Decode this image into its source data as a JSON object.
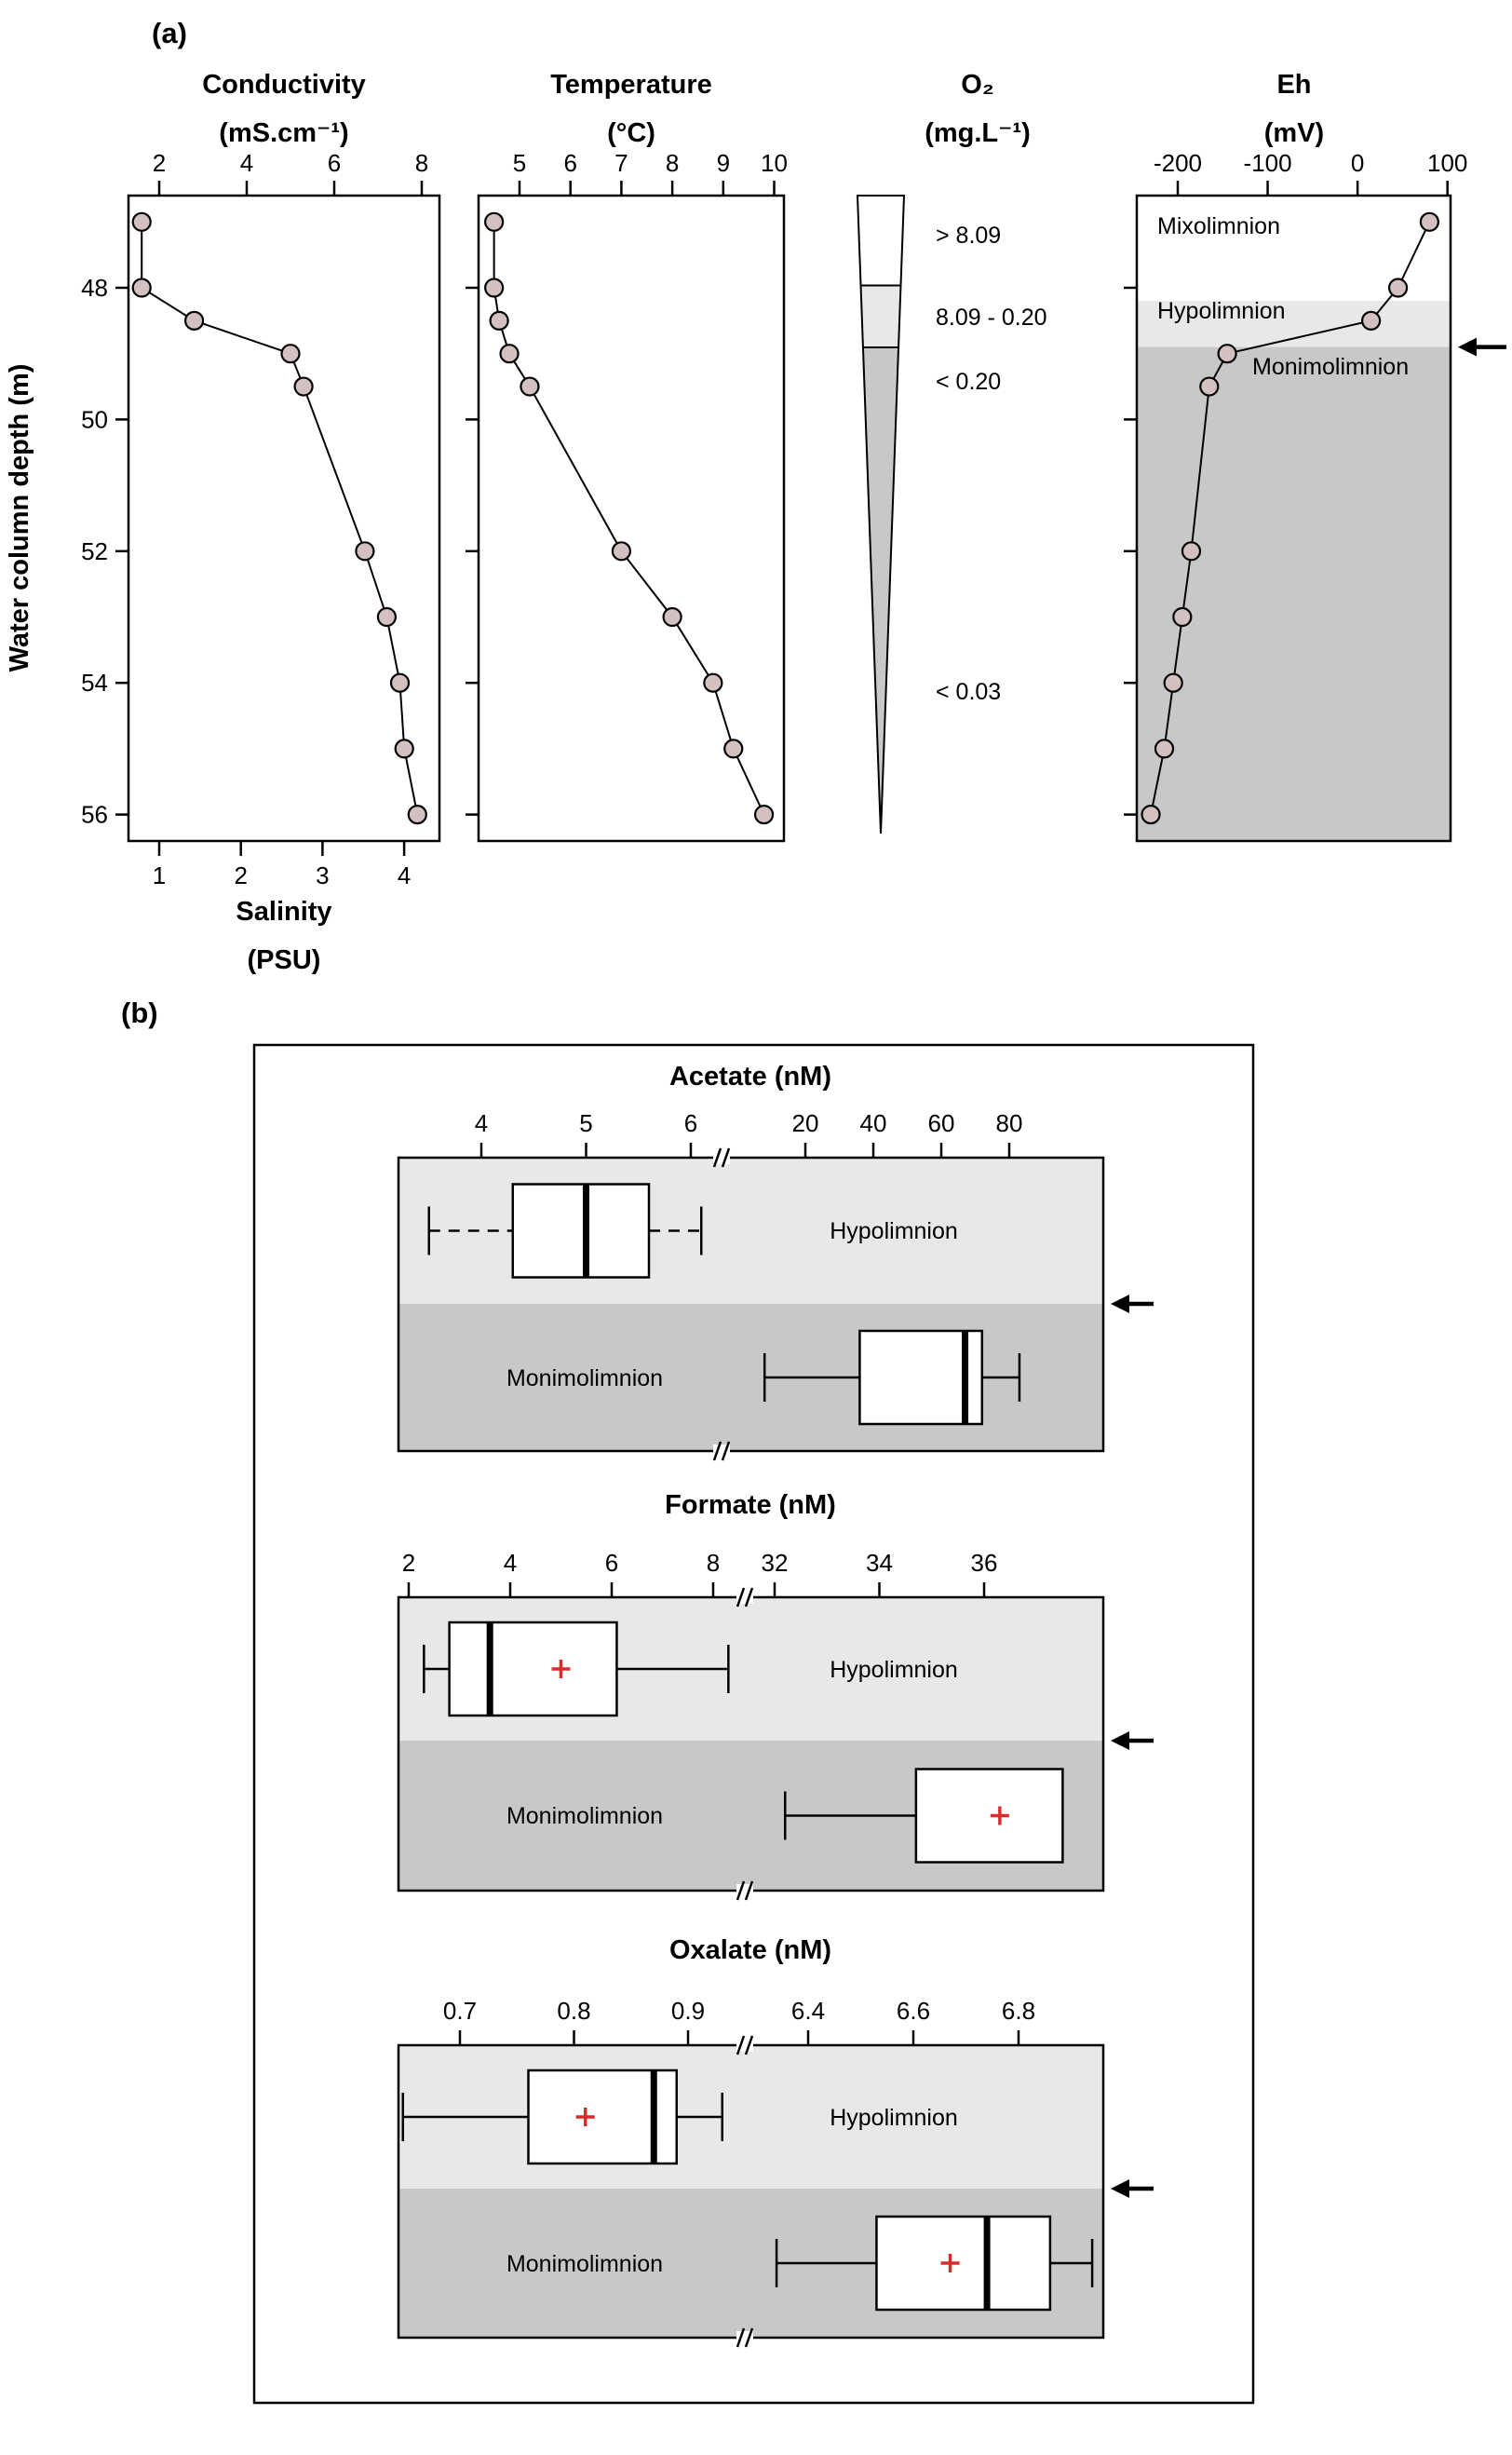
{
  "figure": {
    "panel_a_label": "(a)",
    "panel_b_label": "(b)",
    "y_axis_label": "Water column depth (m)"
  },
  "colors": {
    "marker_fill": "#d3c1c1",
    "hypolimnion_fill": "#e8e8e8",
    "monimolimnion_fill": "#c8c8c8",
    "mean_marker": "#d92b2b",
    "line": "#000000"
  },
  "chart_data": [
    {
      "id": "conductivity-salinity-profile",
      "type": "line",
      "title": "Conductivity",
      "title_unit": "(mS.cm⁻¹)",
      "bottom_label": "Salinity",
      "bottom_unit": "(PSU)",
      "top_axis": {
        "label": "Conductivity (mS.cm⁻¹)",
        "ticks": [
          2,
          4,
          6,
          8
        ],
        "range": [
          1.3,
          8.4
        ]
      },
      "bottom_axis": {
        "label": "Salinity (PSU)",
        "ticks": [
          1,
          2,
          3,
          4
        ],
        "range": [
          0.6,
          4.45
        ]
      },
      "depth_axis": {
        "label": "Water column depth (m)",
        "ticks": [
          48,
          50,
          52,
          54,
          56
        ],
        "range": [
          46.6,
          56.4
        ]
      },
      "depths": [
        47,
        48,
        48.5,
        49,
        49.5,
        52,
        53,
        54,
        55,
        56
      ],
      "values": [
        1.6,
        1.6,
        2.8,
        5.0,
        5.3,
        6.7,
        7.2,
        7.5,
        7.6,
        7.9
      ]
    },
    {
      "id": "temperature-profile",
      "type": "line",
      "title": "Temperature",
      "title_unit": "(°C)",
      "top_axis": {
        "label": "Temperature (°C)",
        "ticks": [
          5,
          6,
          7,
          8,
          9,
          10
        ],
        "range": [
          4.2,
          10.2
        ]
      },
      "depth_axis": {
        "ticks": [
          48,
          50,
          52,
          54,
          56
        ],
        "range": [
          46.6,
          56.4
        ]
      },
      "depths": [
        47,
        48,
        48.5,
        49,
        49.5,
        52,
        53,
        54,
        55,
        56
      ],
      "values": [
        4.5,
        4.5,
        4.6,
        4.8,
        5.2,
        7.0,
        8.0,
        8.8,
        9.2,
        9.8
      ]
    },
    {
      "id": "oxygen-wedge-legend",
      "type": "wedge-legend",
      "title": "O₂",
      "title_unit": "(mg.L⁻¹)",
      "classes": [
        {
          "label": "> 8.09",
          "fill": "#ffffff"
        },
        {
          "label": "8.09 - 0.20",
          "fill": "#e8e8e8"
        },
        {
          "label": "< 0.20",
          "fill": "#c8c8c8"
        },
        {
          "label": "< 0.03",
          "fill": "#c8c8c8"
        }
      ]
    },
    {
      "id": "eh-profile",
      "type": "line",
      "title": "Eh",
      "title_unit": "(mV)",
      "top_axis": {
        "label": "Eh (mV)",
        "ticks": [
          -200,
          -100,
          0,
          100
        ],
        "range": [
          -246,
          103
        ]
      },
      "depth_axis": {
        "ticks": [
          48,
          50,
          52,
          54,
          56
        ],
        "range": [
          46.6,
          56.4
        ]
      },
      "zones": [
        {
          "label": "Mixolimnion",
          "from": 46.6,
          "to": 48.2,
          "fill": "#ffffff"
        },
        {
          "label": "Hypolimnion",
          "from": 48.2,
          "to": 48.9,
          "fill": "#e8e8e8"
        },
        {
          "label": "Monimolimnion",
          "from": 48.9,
          "to": 56.4,
          "fill": "#c8c8c8"
        }
      ],
      "chemocline_arrow_depth": 48.9,
      "depths": [
        47,
        48,
        48.5,
        49,
        49.5,
        52,
        53,
        54,
        55,
        56
      ],
      "values": [
        80,
        45,
        15,
        -145,
        -165,
        -185,
        -195,
        -205,
        -215,
        -230
      ]
    },
    {
      "id": "acetate-boxplot",
      "type": "boxplot",
      "title": "Acetate (nM)",
      "axis_left": {
        "ticks": [
          4,
          5,
          6
        ],
        "range": [
          3.2,
          6.3
        ]
      },
      "axis_right": {
        "ticks": [
          20,
          40,
          60,
          80
        ],
        "range": [
          13,
          107
        ]
      },
      "groups": [
        {
          "zone": "Hypolimnion",
          "axis": "left",
          "whiskers": "dashed",
          "min": 3.5,
          "q1": 4.3,
          "median": 5.0,
          "q3": 5.6,
          "max": 6.1
        },
        {
          "zone": "Monimolimnion",
          "axis": "right",
          "whiskers": "solid",
          "min": 8,
          "q1": 36,
          "median": 67,
          "q3": 72,
          "max": 83
        }
      ]
    },
    {
      "id": "formate-boxplot",
      "type": "boxplot",
      "title": "Formate (nM)",
      "axis_left": {
        "ticks": [
          2,
          4,
          6,
          8
        ],
        "range": [
          1.8,
          8.6
        ]
      },
      "axis_right": {
        "ticks": [
          32,
          34,
          36
        ],
        "range": [
          31.4,
          38.3
        ]
      },
      "groups": [
        {
          "zone": "Hypolimnion",
          "axis": "left",
          "whiskers": "solid",
          "min": 2.3,
          "q1": 2.8,
          "median": 3.6,
          "mean": 5.0,
          "q3": 6.1,
          "max": 8.3
        },
        {
          "zone": "Monimolimnion",
          "axis": "right",
          "whiskers": "solid",
          "min": 32.2,
          "q1": 34.7,
          "mean": 36.3,
          "q3": 37.5
        }
      ]
    },
    {
      "id": "oxalate-boxplot",
      "type": "boxplot",
      "title": "Oxalate (nM)",
      "axis_left": {
        "ticks": [
          0.7,
          0.8,
          0.9
        ],
        "range": [
          0.65,
          0.95
        ]
      },
      "axis_right": {
        "ticks": [
          6.4,
          6.6,
          6.8
        ],
        "range": [
          6.28,
          6.96
        ]
      },
      "groups": [
        {
          "zone": "Hypolimnion",
          "axis": "left",
          "whiskers": "solid",
          "min": 0.65,
          "q1": 0.76,
          "mean": 0.81,
          "median": 0.87,
          "q3": 0.89,
          "max": 0.93
        },
        {
          "zone": "Monimolimnion",
          "axis": "right",
          "whiskers": "solid",
          "min": 6.34,
          "q1": 6.53,
          "mean": 6.67,
          "median": 6.74,
          "q3": 6.86,
          "max": 6.94
        }
      ]
    }
  ]
}
